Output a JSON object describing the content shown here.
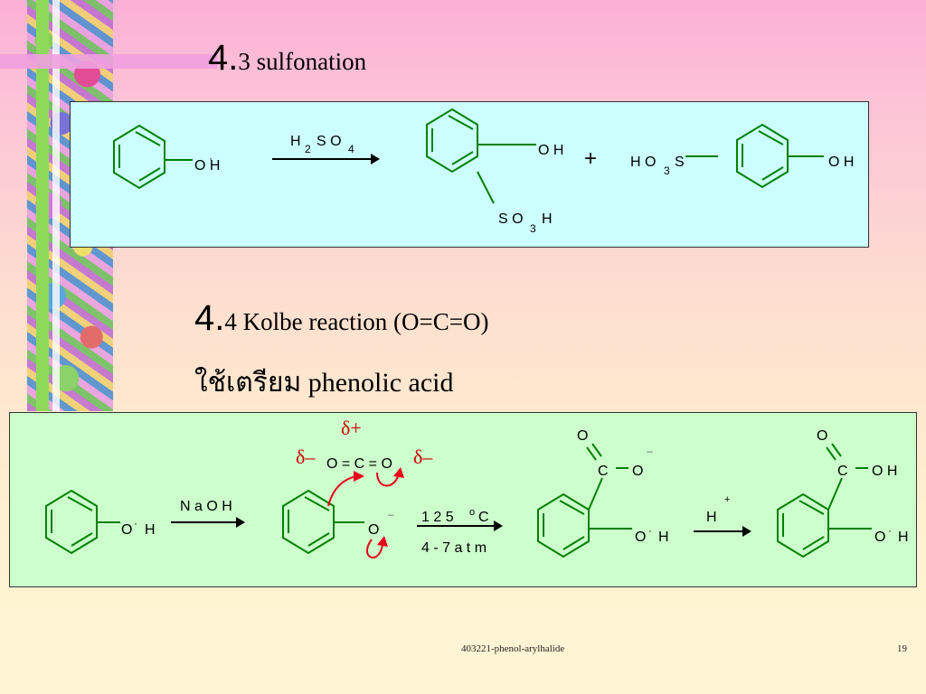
{
  "section1": {
    "number": "4.",
    "sub": "3 sulfonation"
  },
  "section2": {
    "number": "4.",
    "sub": "4 Kolbe reaction (O=C=O)",
    "line2": "ใช้เตรียม phenolic acid"
  },
  "r1": {
    "oh1": "O H",
    "oh1_dot": "·",
    "reagent": "H",
    "reagent_2": "2",
    "reagent_so": "S O",
    "reagent_4": "4",
    "p1_oh": "O H",
    "p1_so3h_a": "S O",
    "p1_so3h_3": "3",
    "p1_so3h_b": "H",
    "plus": "+",
    "p2_ho": "H O",
    "p2_3": "3",
    "p2_s": "S",
    "p2_oh": "O H"
  },
  "r2": {
    "start_o": "O",
    "start_h": "H",
    "start_dot": "·",
    "naoh": "N a O H",
    "delta_plus": "δ+",
    "delta_minus_left": "δ–",
    "delta_minus_right": "δ–",
    "co2": "O = C = O",
    "phenoxide_o": "O",
    "minus": "–",
    "cond1_a": "1 2 5",
    "cond1_o": "o",
    "cond1_c": "C",
    "cond2": "4 - 7   a t m",
    "carb_o_top": "O",
    "carb_c": "C",
    "carb_o": "O",
    "carb_minus": "–",
    "carb_oh": "O",
    "carb_oh_h": "H",
    "carb_dot": "·",
    "h_plus_h": "H",
    "h_plus_sign": "+",
    "acid_o_top": "O",
    "acid_c": "C",
    "acid_oh": "O H",
    "acid_phen_o": "O",
    "acid_phen_h": "H",
    "acid_dot": "·"
  },
  "footer": {
    "source": "403221-phenol-arylhalide",
    "page": "19"
  },
  "colors": {
    "box1_bg": "#ccffff",
    "box2_bg": "#ccffcc",
    "bond": "#008000",
    "arrow_red": "#e8001c",
    "delta": "#cc0000"
  }
}
